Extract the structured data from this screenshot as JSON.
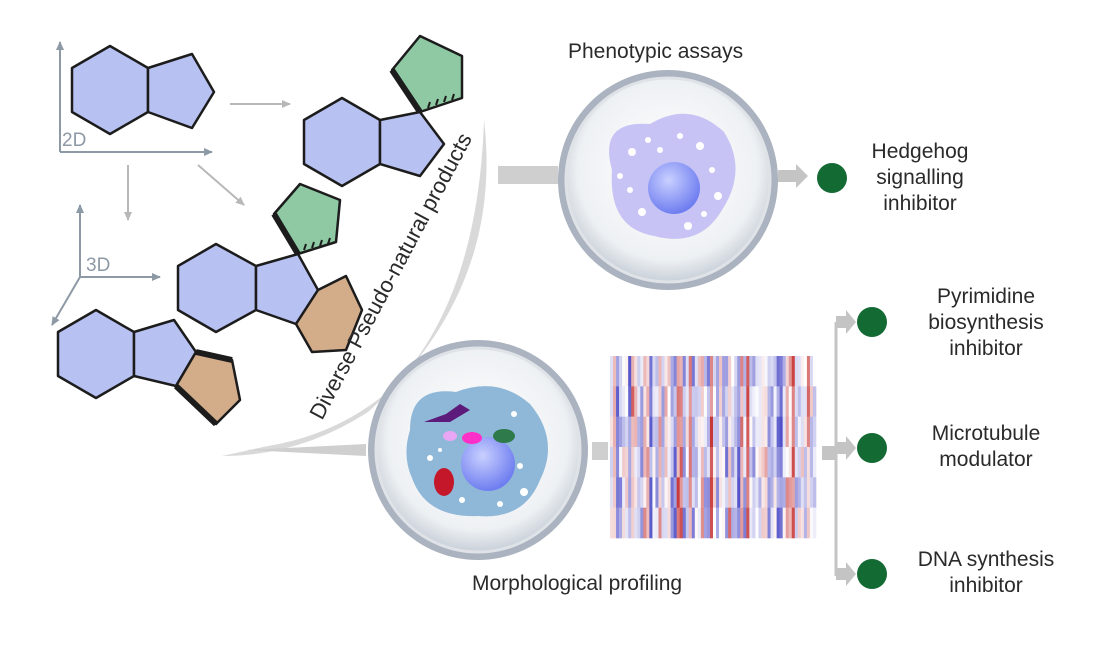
{
  "axes": {
    "label_2d": "2D",
    "label_3d": "3D"
  },
  "curve_label": "Diverse Pseudo-natural products",
  "assays": {
    "phenotypic": "Phenotypic assays",
    "morphological": "Morphological profiling"
  },
  "outcomes": {
    "hedgehog": [
      "Hedgehog",
      "signalling",
      "inhibitor"
    ],
    "pyrimidine": [
      "Pyrimidine",
      "biosynthesis",
      "inhibitor"
    ],
    "microtubule": [
      "Microtubule",
      "modulator"
    ],
    "dna": [
      "DNA synthesis",
      "inhibitor"
    ]
  },
  "colors": {
    "ring_blue": "#b8c2f2",
    "ring_green": "#8ec9a4",
    "ring_tan": "#d3ac8a",
    "hit_dot": "#136b33",
    "arrow_gray": "#c4c4c4",
    "axis_gray": "#8e99a6"
  },
  "icons": {
    "cell_phenotypic": "cell-in-petri-dish-icon",
    "cell_morphological": "stained-cell-in-petri-dish-icon",
    "barcode": "profile-heatmap-barcode"
  }
}
